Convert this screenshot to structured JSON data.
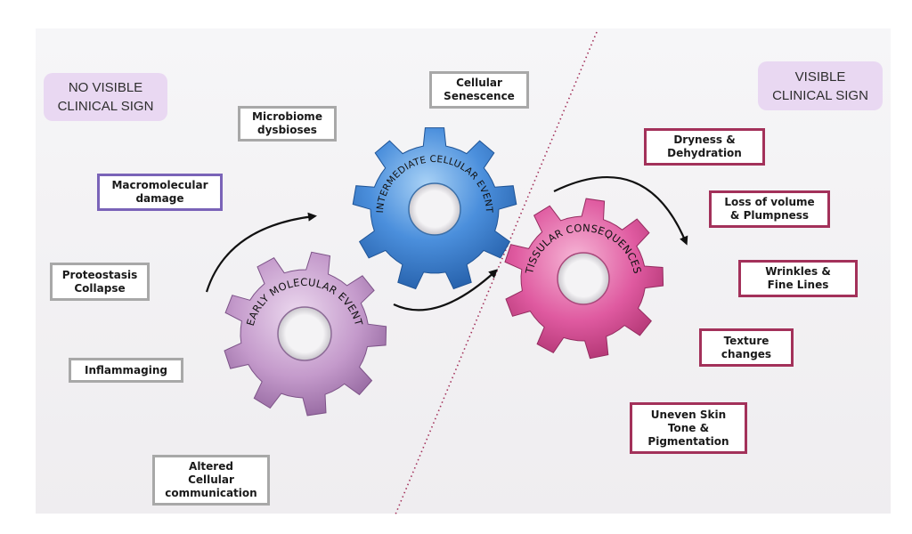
{
  "headers": {
    "left": "NO VISIBLE\nCLINICAL SIGN",
    "right": "VISIBLE\nCLINICAL SIGN"
  },
  "left_boxes": {
    "macromolecular": "Macromolecular\ndamage",
    "proteostasis": "Proteostasis\nCollapse",
    "inflammaging": "Inflammaging",
    "altered": "Altered\nCellular\ncommunication"
  },
  "middle_boxes": {
    "microbiome": "Microbiome\ndysbioses",
    "senescence": "Cellular\nSenescence"
  },
  "right_boxes": {
    "dryness": "Dryness &\nDehydration",
    "volume": "Loss of volume\n& Plumpness",
    "wrinkles": "Wrinkles &\nFine Lines",
    "texture": "Texture\nchanges",
    "uneven": "Uneven Skin\nTone &\nPigmentation"
  },
  "gears": {
    "early": "EARLY MOLECULAR EVENT",
    "intermediate": "INTERMEDIATE CELLULAR EVENT",
    "tissular": "TISSULAR CONSEQUENCES"
  },
  "colors": {
    "gear_purple": "#b98ec0",
    "gear_blue": "#3f7fd0",
    "gear_pink": "#d9509a",
    "box_grey": "#a8a8a8",
    "box_purple": "#7a63b8",
    "box_maroon": "#a3315a",
    "header_bg": "#e9d8f2",
    "divider": "#a3315a"
  }
}
